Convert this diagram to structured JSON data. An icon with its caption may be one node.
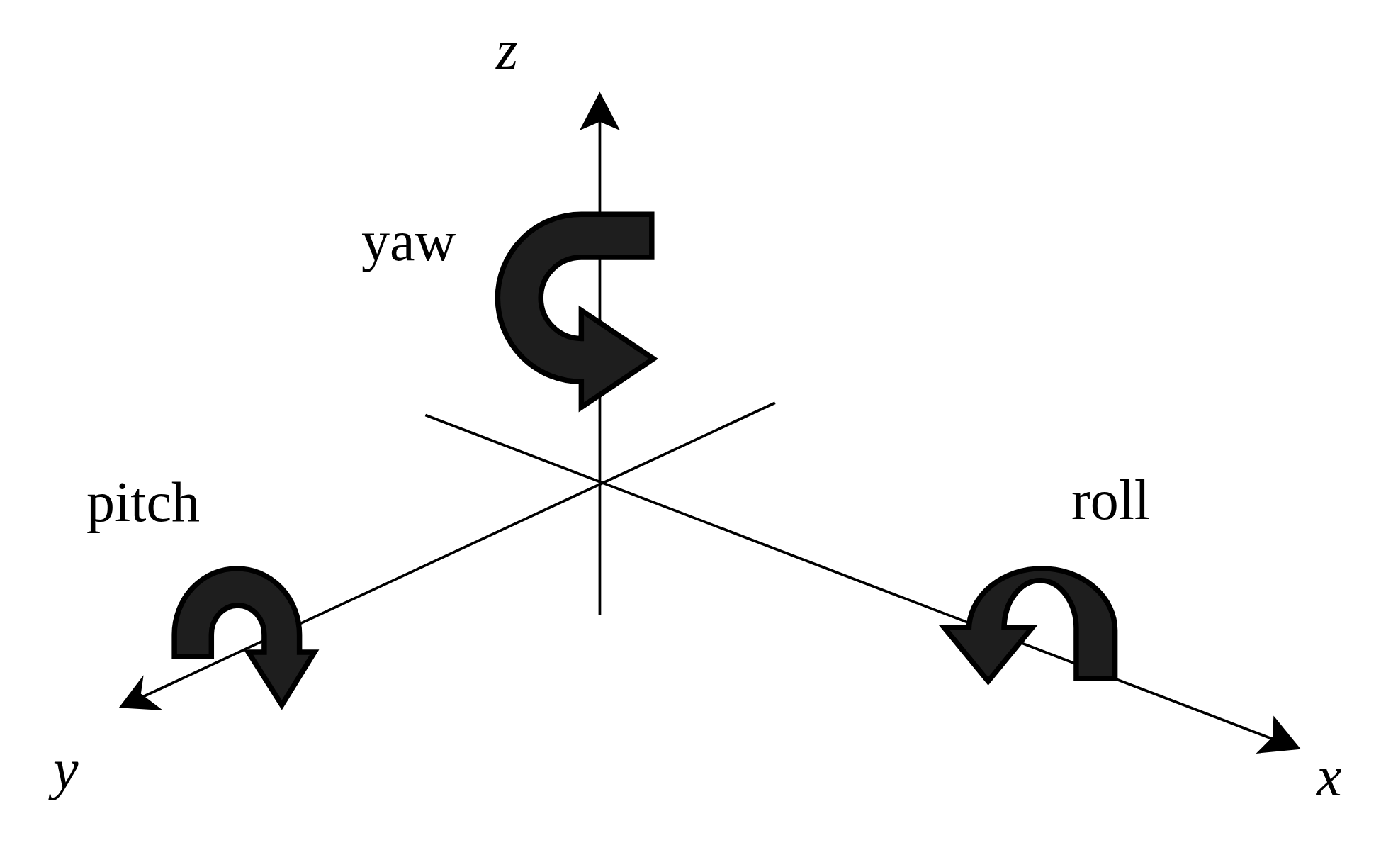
{
  "diagram": {
    "labels": [
      "z",
      "yaw",
      "pitch",
      "roll",
      "y",
      "x"
    ]
  }
}
